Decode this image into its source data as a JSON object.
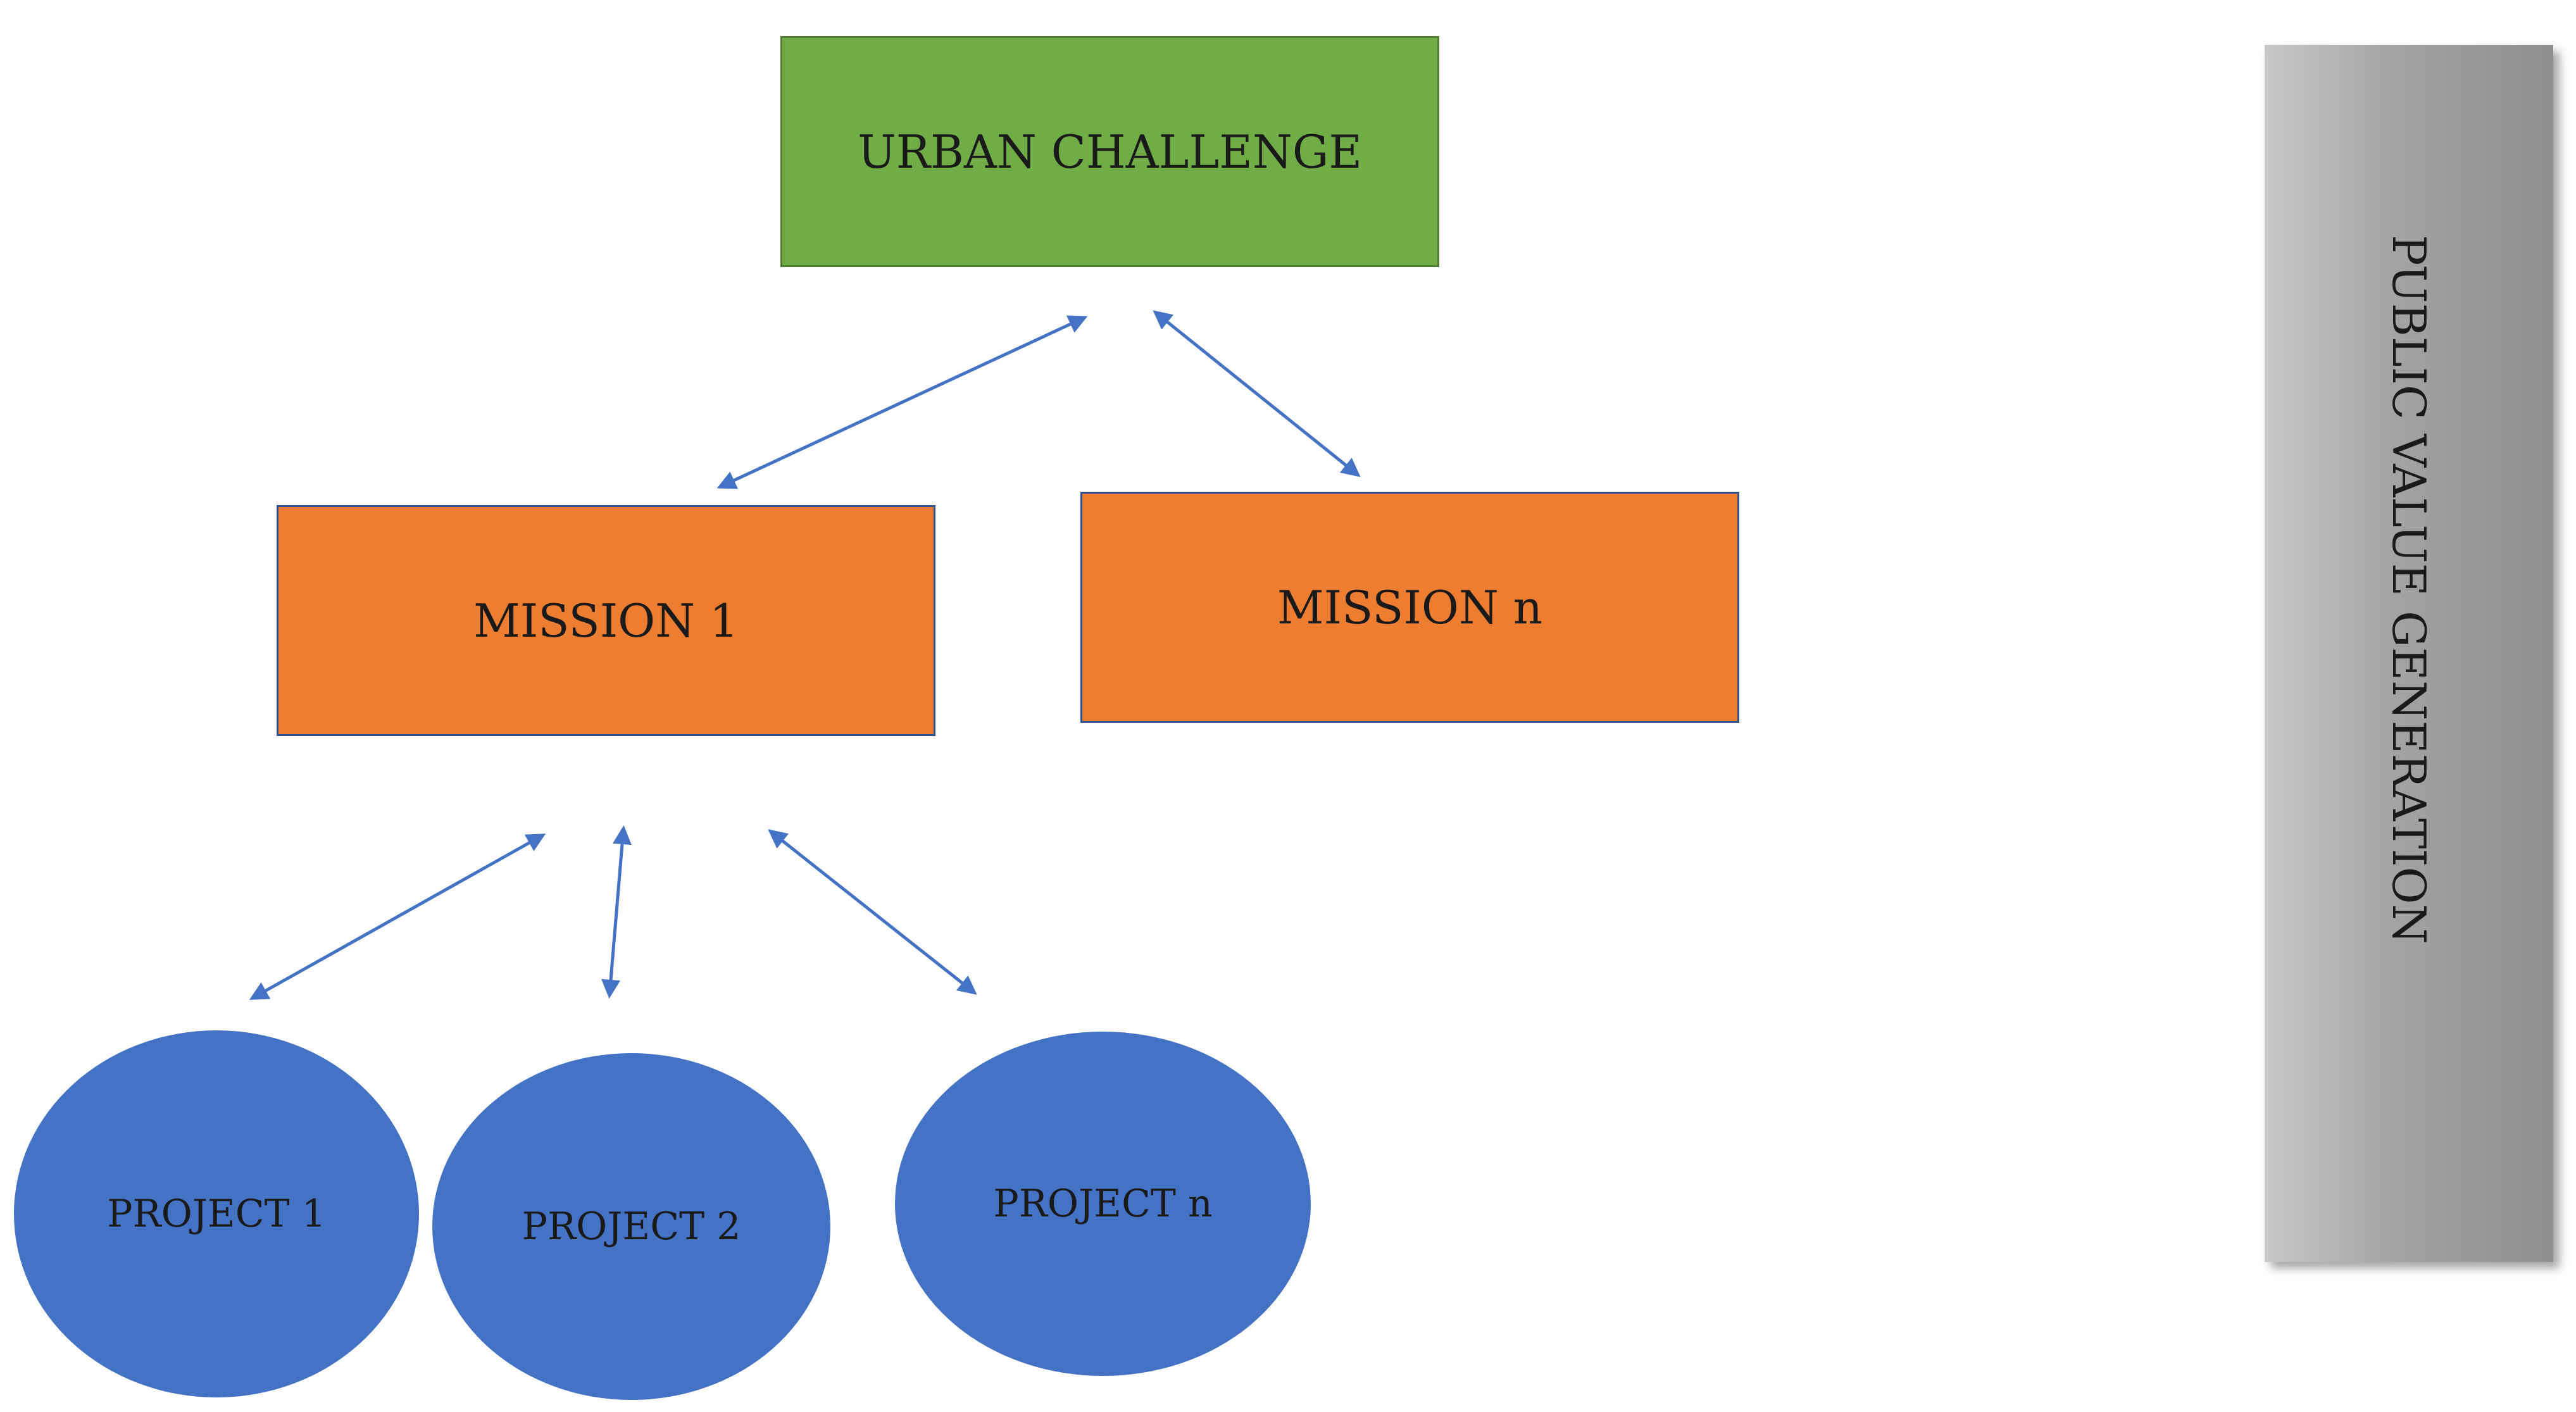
{
  "colors": {
    "challenge_fill": "#70ad47",
    "mission_fill": "#ed7d31",
    "project_fill": "#4472c4",
    "arrow": "#4472c4",
    "bar_fill": "#a5a5a5"
  },
  "challenge": {
    "label": "URBAN CHALLENGE"
  },
  "missions": [
    {
      "label": "MISSION 1"
    },
    {
      "label": "MISSION n"
    }
  ],
  "projects": [
    {
      "label": "PROJECT 1"
    },
    {
      "label": "PROJECT 2"
    },
    {
      "label": "PROJECT n"
    }
  ],
  "side_bar": {
    "label": "PUBLIC VALUE GENERATION"
  }
}
